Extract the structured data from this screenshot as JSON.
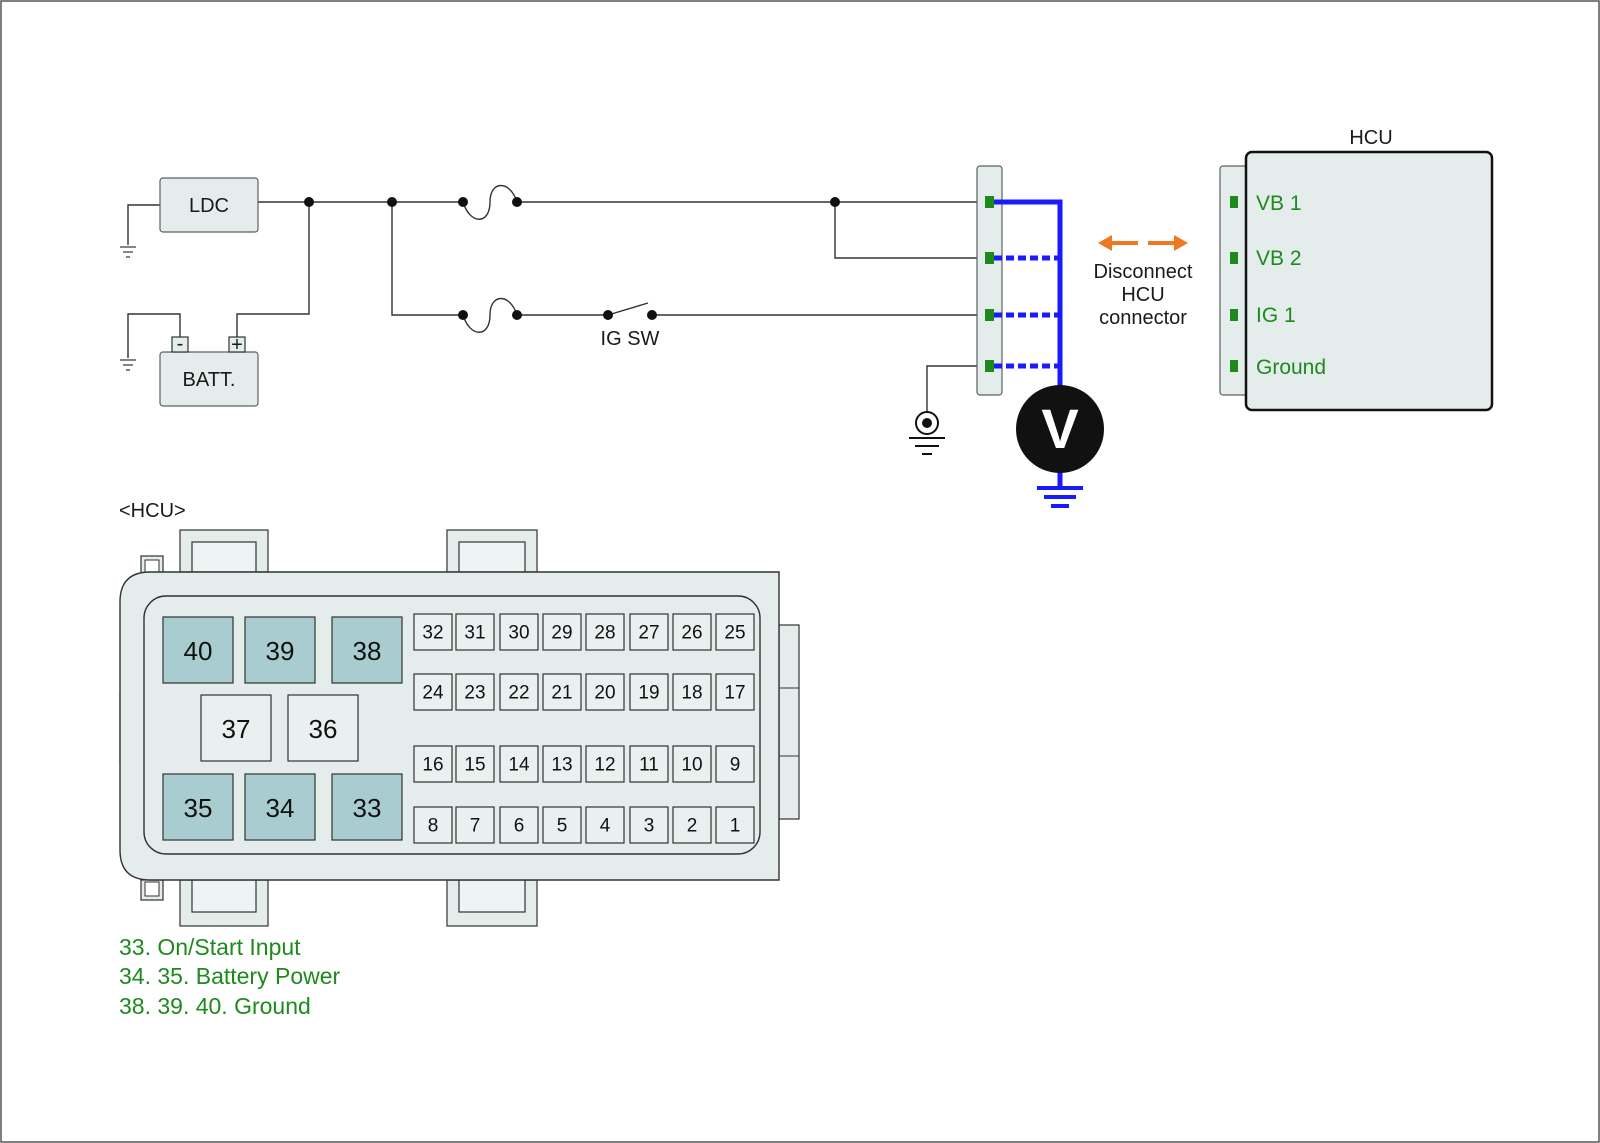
{
  "components": {
    "ldc": "LDC",
    "battery": "BATT.",
    "battery_minus": "-",
    "battery_plus": "+",
    "ig_switch": "IG SW",
    "voltmeter": "V"
  },
  "hcu_module": {
    "title": "HCU",
    "pins": [
      "VB 1",
      "VB 2",
      "IG 1",
      "Ground"
    ]
  },
  "disconnect_note": [
    "Disconnect",
    "HCU",
    "connector"
  ],
  "connector_view": {
    "title": "<HCU>",
    "small_row_1": [
      "32",
      "31",
      "30",
      "29",
      "28",
      "27",
      "26",
      "25"
    ],
    "small_row_2": [
      "24",
      "23",
      "22",
      "21",
      "20",
      "19",
      "18",
      "17"
    ],
    "small_row_3": [
      "16",
      "15",
      "14",
      "13",
      "12",
      "11",
      "10",
      "9"
    ],
    "small_row_4": [
      "8",
      "7",
      "6",
      "5",
      "4",
      "3",
      "2",
      "1"
    ],
    "large_top": [
      "40",
      "39",
      "38"
    ],
    "large_mid": [
      "37",
      "36"
    ],
    "large_bottom": [
      "35",
      "34",
      "33"
    ],
    "highlighted": [
      "40",
      "39",
      "38",
      "35",
      "34",
      "33"
    ]
  },
  "legend": [
    "33. On/Start Input",
    "34. 35. Battery Power",
    "38. 39. 40. Ground"
  ],
  "colors": {
    "probe_wire": "#1a1aff",
    "pin_green": "#1e8a1e",
    "arrow_orange": "#f07820",
    "cavity_highlight": "#a9ccd1"
  }
}
